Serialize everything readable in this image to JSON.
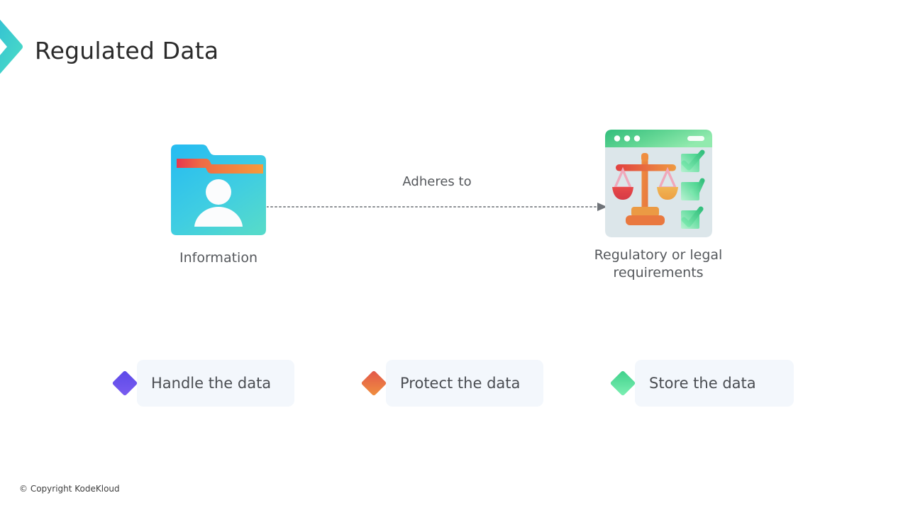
{
  "slide": {
    "title": "Regulated Data",
    "background_color": "#ffffff",
    "title_color": "#2b2b2b"
  },
  "brand": {
    "logo_icon": "chevron-right-icon",
    "gradient_from": "#2bb8d8",
    "gradient_to": "#4fe0c4"
  },
  "diagram": {
    "nodes": [
      {
        "id": "information",
        "icon": "folder-user-icon",
        "caption": "Information",
        "icon_colors": {
          "folder_from": "#29bdee",
          "folder_to": "#52d9cd",
          "band_from": "#e8364f",
          "band_to": "#f5933c"
        }
      },
      {
        "id": "regulatory",
        "icon": "browser-scales-checklist-icon",
        "caption_line_1": "Regulatory or legal",
        "caption_line_2": "requirements",
        "icon_colors": {
          "titlebar_from": "#35c07e",
          "titlebar_to": "#8ae5a4",
          "body": "#dde6ea",
          "scales_from": "#e24b4b",
          "scales_to": "#ef9a41",
          "check_from": "#3fd389",
          "check_to": "#a8f0c6"
        }
      }
    ],
    "connector": {
      "label": "Adheres to",
      "style": "dotted",
      "direction": "left-to-right",
      "color": "#8b8e93"
    }
  },
  "pills": [
    {
      "label": "Handle the data",
      "marker_icon": "diamond-icon",
      "marker_from": "#5b49e8",
      "marker_to": "#7a5cf0",
      "box_color": "#f3f7fc"
    },
    {
      "label": "Protect the data",
      "marker_icon": "diamond-icon",
      "marker_from": "#e2564a",
      "marker_to": "#f0903f",
      "box_color": "#f3f7fc"
    },
    {
      "label": "Store the data",
      "marker_icon": "diamond-icon",
      "marker_from": "#3ed08a",
      "marker_to": "#7ef0b4",
      "box_color": "#f3f7fc"
    }
  ],
  "footer": {
    "copyright": "© Copyright KodeKloud"
  }
}
